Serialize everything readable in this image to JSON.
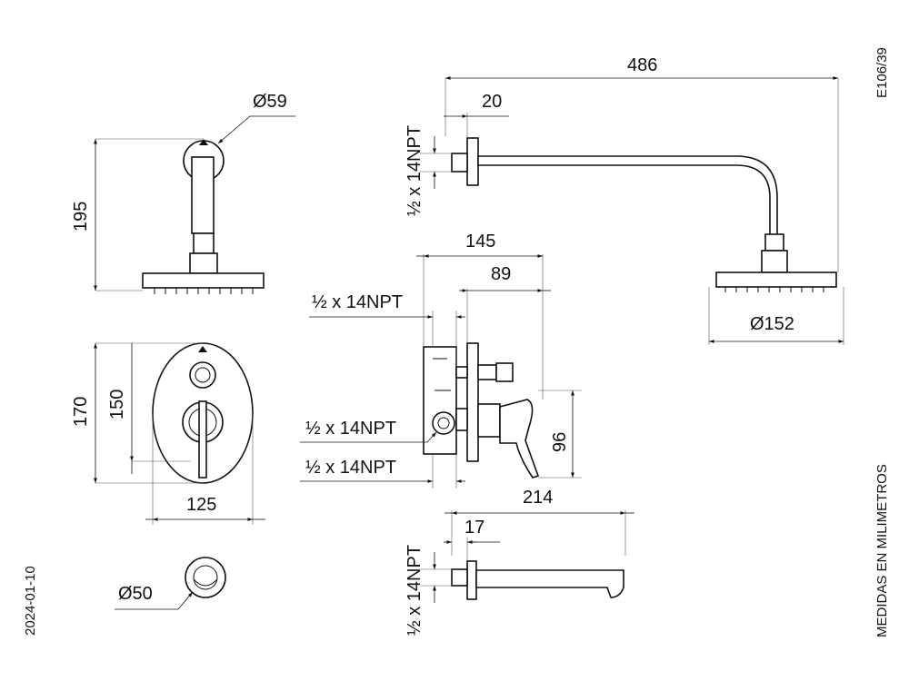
{
  "drawing_code": "E106/39",
  "date": "2024-01-10",
  "units_note": "MEDIDAS EN MILIMETROS",
  "dims": {
    "arm_length": "486",
    "flange_depth": "20",
    "thread_shower": "½ x 14NPT",
    "head_diameter": "Ø152",
    "front_flange_diameter": "Ø59",
    "front_height": "195",
    "valve_depth_total": "145",
    "valve_depth_partial": "89",
    "thread_valve_top": "½ x 14NPT",
    "thread_valve_mid": "½ x 14NPT",
    "thread_valve_bottom": "½ x 14NPT",
    "valve_handle_reach": "214",
    "valve_height_side": "96",
    "plate_height": "170",
    "plate_inner_height": "150",
    "plate_width": "125",
    "spout_diameter": "Ø50",
    "spout_flange_depth": "17",
    "thread_spout": "½ x 14NPT"
  }
}
